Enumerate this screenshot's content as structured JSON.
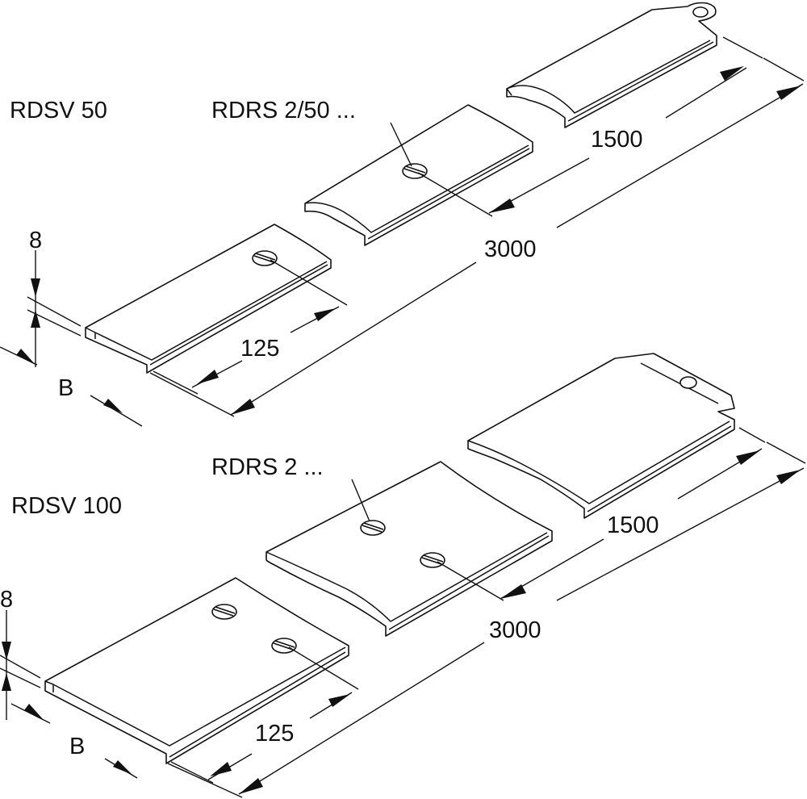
{
  "top_assembly": {
    "model_label": "RDSV 50",
    "part_label": "RDRS 2/50 ...",
    "dim_height": "8",
    "dim_width": "B",
    "dim_screw_offset": "125",
    "dim_half_length": "1500",
    "dim_full_length": "3000"
  },
  "bottom_assembly": {
    "model_label": "RDSV 100",
    "part_label": "RDRS 2 ...",
    "dim_height": "8",
    "dim_width": "B",
    "dim_screw_offset": "125",
    "dim_half_length": "1500",
    "dim_full_length": "3000"
  }
}
